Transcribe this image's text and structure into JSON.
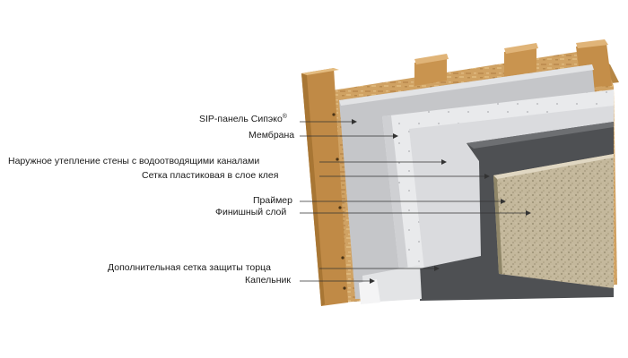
{
  "labels": {
    "sip_panel": "SIP-панель  Сипэко",
    "sip_panel_mark": "®",
    "membrane": "Мембрана",
    "outer_insulation": "Наружное  утепление  стены  с  водоотводящими  каналами",
    "plastic_mesh": "Сетка  пластиковая  в  слое  клея",
    "primer": "Праймер",
    "finish_layer": "Финишный  слой",
    "extra_mesh": "Дополнительная  сетка  защиты  торца",
    "drip_edge": "Капельник"
  },
  "colors": {
    "wood": "#c79a56",
    "osb": "#d3a766",
    "membrane": "#c9cacc",
    "insulation": "#e9eaeb",
    "primer": "#4b4d50",
    "finish": "#c2b699",
    "leader": "#333333"
  }
}
